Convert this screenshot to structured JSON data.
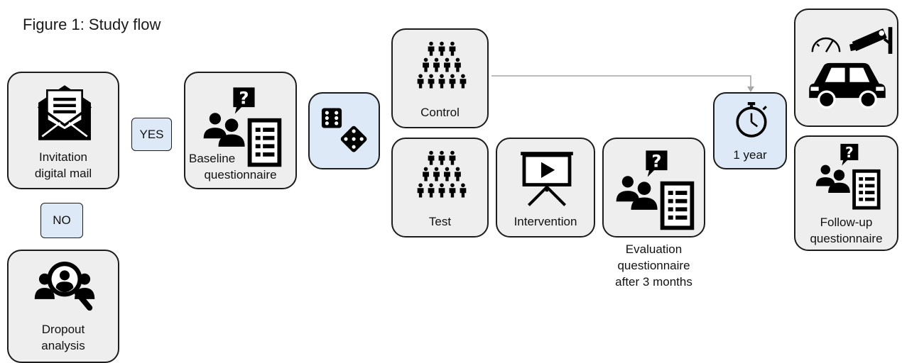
{
  "title": "Figure 1: Study flow",
  "decision": {
    "yes": "YES",
    "no": "NO"
  },
  "nodes": {
    "invitation": {
      "line1": "Invitation",
      "line2": "digital mail",
      "icon": "envelope-icon"
    },
    "baseline": {
      "line1": "Baseline",
      "line2": "questionnaire",
      "icon": "questionnaire-icon"
    },
    "randomization": {
      "icon": "dice-icon"
    },
    "control": {
      "label": "Control",
      "icon": "people-group-icon"
    },
    "test": {
      "label": "Test",
      "icon": "people-group-icon"
    },
    "intervention": {
      "label": "Intervention",
      "icon": "presentation-icon"
    },
    "evaluation": {
      "line1": "Evaluation",
      "line2": "questionnaire",
      "line3": "after 3 months",
      "icon": "questionnaire-icon"
    },
    "year": {
      "label": "1 year",
      "icon": "stopwatch-icon"
    },
    "driving": {
      "icon": "car-camera-icon"
    },
    "followup": {
      "line1": "Follow-up",
      "line2": "questionnaire",
      "icon": "questionnaire-icon"
    },
    "dropout": {
      "line1": "Dropout",
      "line2": "analysis",
      "icon": "search-person-icon"
    }
  },
  "colors": {
    "box_fill": "#eeeeee",
    "highlight_fill": "#dde9f6",
    "border": "#1c1c1c",
    "arrow": "#a6a6a6"
  }
}
